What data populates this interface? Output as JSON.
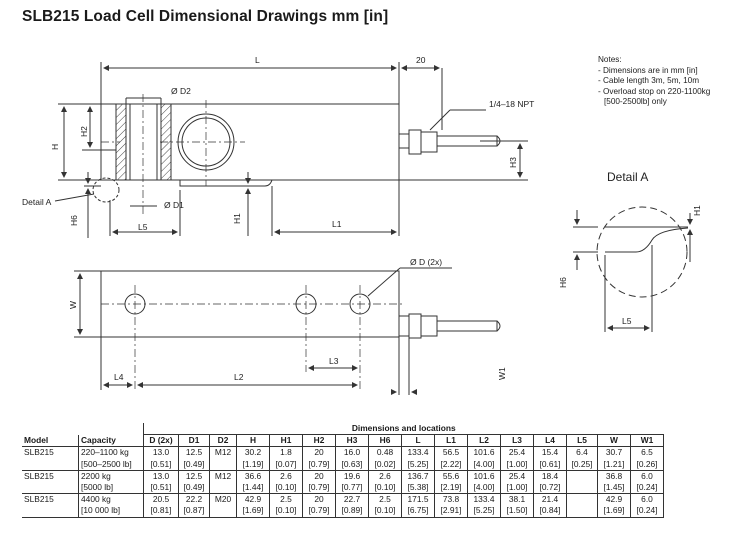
{
  "title": "SLB215 Load Cell Dimensional Drawings mm [in]",
  "notes": {
    "heading": "Notes:",
    "lines": [
      "- Dimensions are in mm [in]",
      "- Cable length 3m, 5m, 10m",
      "- Overload stop on 220-1100kg",
      "  [500-2500lb] only"
    ]
  },
  "drawing_labels": {
    "L": "L",
    "twenty": "20",
    "D2": "Ø D2",
    "D1": "Ø D1",
    "npt": "1/4–18 NPT",
    "H": "H",
    "H2": "H2",
    "H3": "H3",
    "H1": "H1",
    "H6": "H6",
    "L1": "L1",
    "L5": "L5",
    "detailA": "Detail A",
    "W": "W",
    "W1": "W1",
    "D2x": "Ø D (2x)",
    "L2": "L2",
    "L3": "L3",
    "L4": "L4"
  },
  "detail": {
    "title": "Detail A",
    "H1": "H1",
    "H6": "H6",
    "L5": "L5"
  },
  "table": {
    "group_header": "Dimensions and locations",
    "columns": [
      "Model",
      "Capacity",
      "D (2x)",
      "D1",
      "D2",
      "H",
      "H1",
      "H2",
      "H3",
      "H6",
      "L",
      "L1",
      "L2",
      "L3",
      "L4",
      "L5",
      "W",
      "W1"
    ],
    "rows": [
      {
        "model": "SLB215",
        "lines": [
          [
            "220–1100 kg",
            "13.0",
            "12.5",
            "M12",
            "30.2",
            "1.8",
            "20",
            "16.0",
            "0.48",
            "133.4",
            "56.5",
            "101.6",
            "25.4",
            "15.4",
            "6.4",
            "30.7",
            "6.5"
          ],
          [
            "[500–2500 lb]",
            "[0.51]",
            "[0.49]",
            "",
            "[1.19]",
            "[0.07]",
            "[0.79]",
            "[0.63]",
            "[0.02]",
            "[5.25]",
            "[2.22]",
            "[4.00]",
            "[1.00]",
            "[0.61]",
            "[0.25]",
            "[1.21]",
            "[0.26]"
          ]
        ]
      },
      {
        "model": "SLB215",
        "lines": [
          [
            "2200 kg",
            "13.0",
            "12.5",
            "M12",
            "36.6",
            "2.6",
            "20",
            "19.6",
            "2.6",
            "136.7",
            "55.6",
            "101.6",
            "25.4",
            "18.4",
            "",
            "36.8",
            "6.0"
          ],
          [
            "[5000 lb]",
            "[0.51]",
            "[0.49]",
            "",
            "[1.44]",
            "[0.10]",
            "[0.79]",
            "[0.77]",
            "[0.10]",
            "[5.38]",
            "[2.19]",
            "[4.00]",
            "[1.00]",
            "[0.72]",
            "",
            "[1.45]",
            "[0.24]"
          ]
        ]
      },
      {
        "model": "SLB215",
        "lines": [
          [
            "4400 kg",
            "20.5",
            "22.2",
            "M20",
            "42.9",
            "2.5",
            "20",
            "22.7",
            "2.5",
            "171.5",
            "73.8",
            "133.4",
            "38.1",
            "21.4",
            "",
            "42.9",
            "6.0"
          ],
          [
            "[10 000 lb]",
            "[0.81]",
            "[0.87]",
            "",
            "[1.69]",
            "[0.10]",
            "[0.79]",
            "[0.89]",
            "[0.10]",
            "[6.75]",
            "[2.91]",
            "[5.25]",
            "[1.50]",
            "[0.84]",
            "",
            "[1.69]",
            "[0.24]"
          ]
        ]
      }
    ]
  }
}
